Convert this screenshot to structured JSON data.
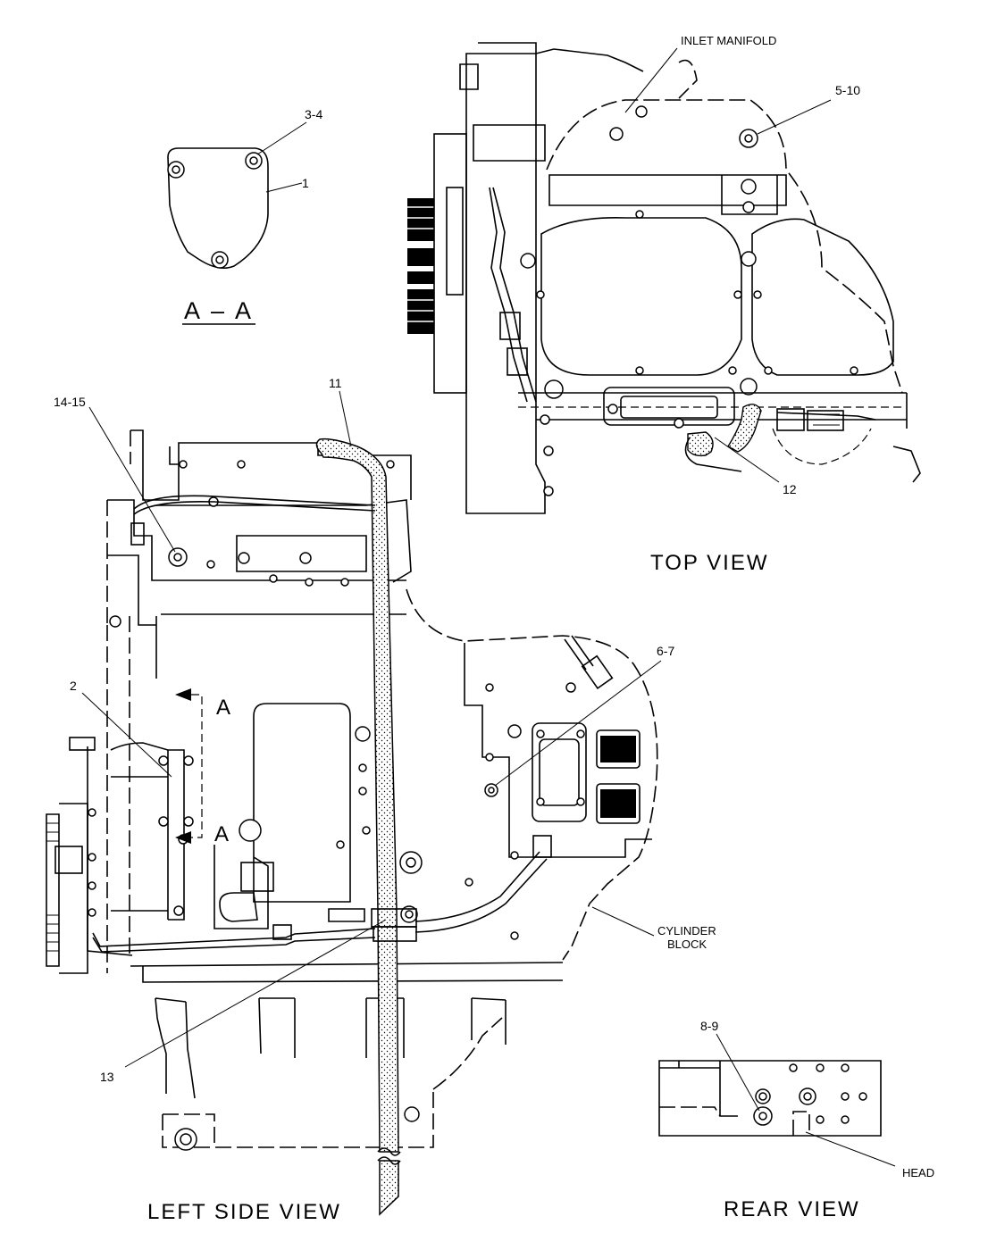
{
  "views": {
    "section": {
      "title": "A – A"
    },
    "top": {
      "title": "TOP VIEW"
    },
    "left_side": {
      "title": "LEFT SIDE VIEW"
    },
    "rear": {
      "title": "REAR VIEW"
    }
  },
  "section_markers": {
    "upper": "A",
    "lower": "A"
  },
  "labels": {
    "inlet_manifold": "INLET  MANIFOLD",
    "cylinder_block_line1": "CYLINDER",
    "cylinder_block_line2": "BLOCK",
    "head": "HEAD"
  },
  "callouts": {
    "c1": "1",
    "c2": "2",
    "c3_4": "3-4",
    "c5_10": "5-10",
    "c6_7": "6-7",
    "c8_9": "8-9",
    "c11": "11",
    "c12": "12",
    "c13": "13",
    "c14_15": "14-15"
  },
  "colors": {
    "line": "#000000",
    "background": "#ffffff"
  }
}
